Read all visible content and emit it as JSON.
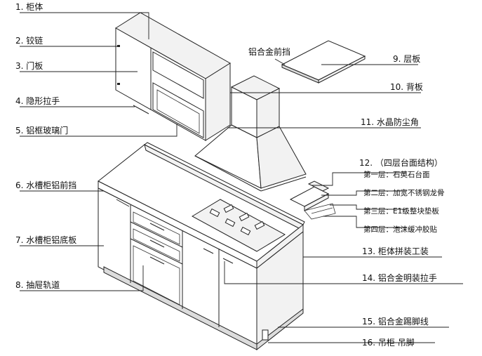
{
  "labels": {
    "l1": "1. 柜体",
    "l2": "2. 铰链",
    "l3": "3. 门板",
    "l4": "4. 隐形拉手",
    "l5": "5. 铝框玻璃门",
    "l6": "6. 水槽柜铝前挡",
    "l7": "7. 水槽柜铝底板",
    "l8": "8. 抽屉轨道",
    "aluminum_front": "铝合金前挡",
    "l9": "9. 层板",
    "l10": "10. 背板",
    "l11": "11. 水晶防尘角",
    "l12": "12. （四层台面结构）",
    "layer1": "第一层：石英石台面",
    "layer2": "第二层：加宽不锈钢龙骨",
    "layer3": "第三层：E1级整块垫板",
    "layer4": "第四层：泡沫缓冲胶贴",
    "l13": "13. 柜体拼装工装",
    "l14": "14. 铝合金明装拉手",
    "l15": "15. 铝合金踢脚线",
    "l16": "16. 吊柜 吊脚"
  }
}
